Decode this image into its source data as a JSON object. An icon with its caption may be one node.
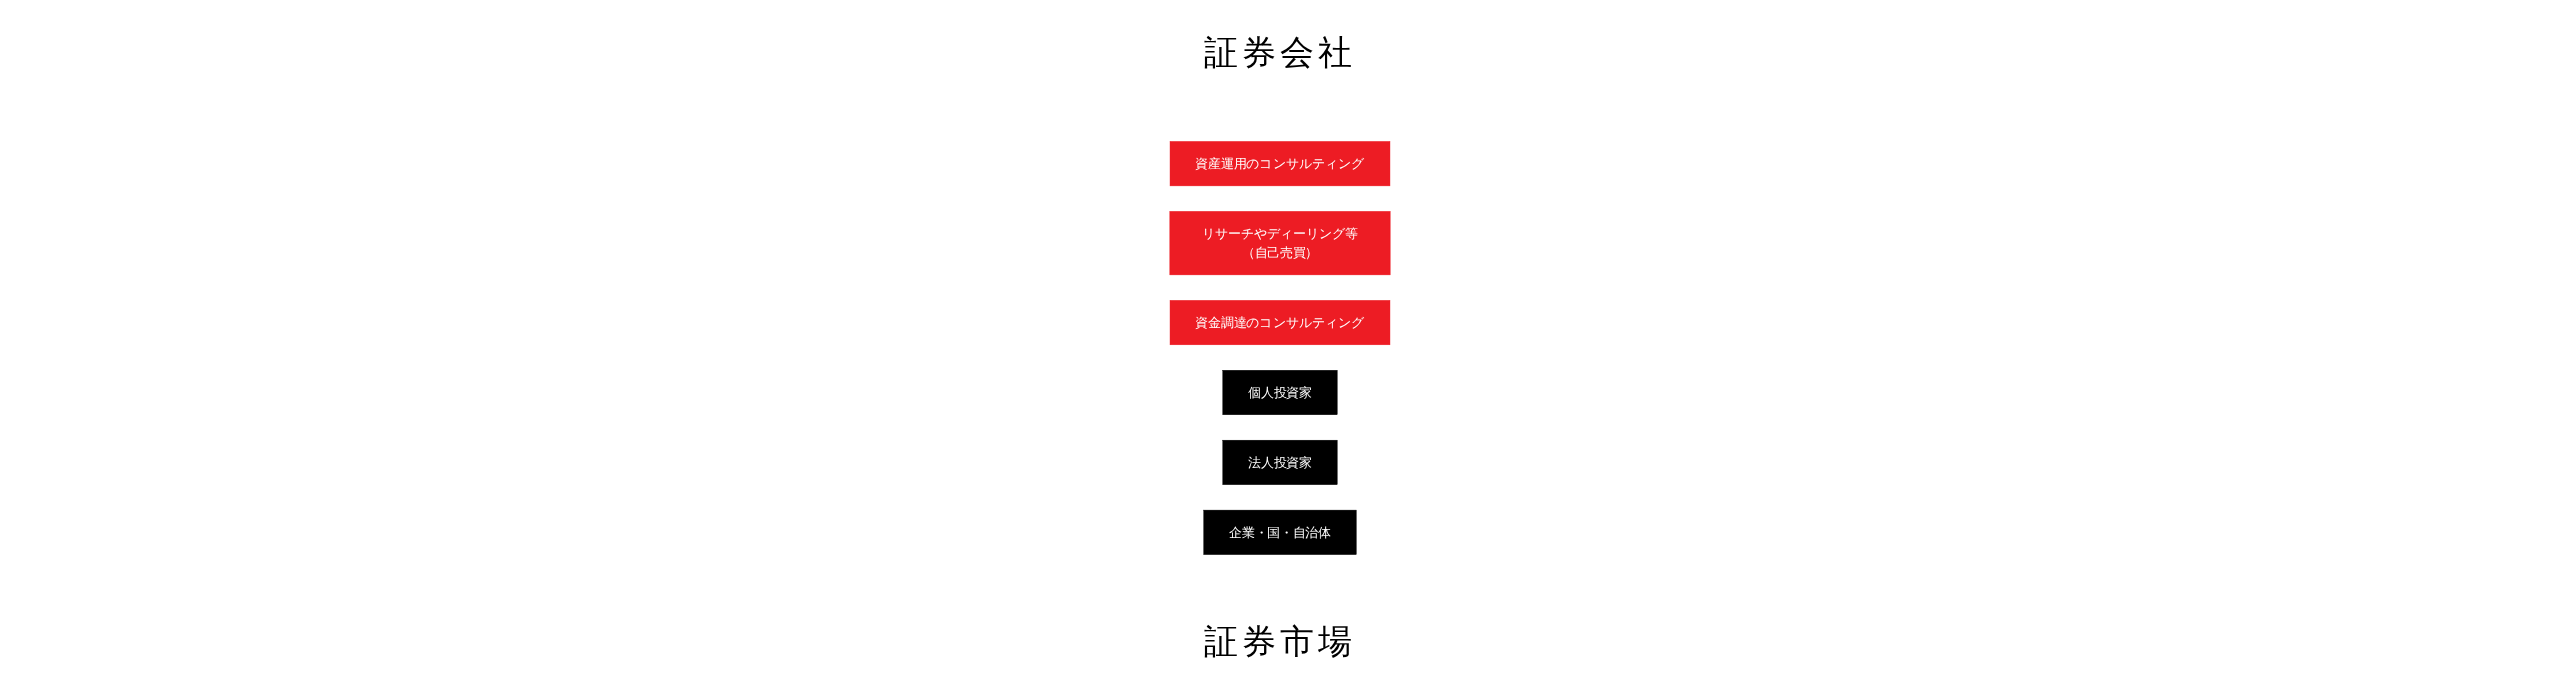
{
  "diagram": {
    "nodes": [
      {
        "text": [
          "資産運用のコンサルティング"
        ]
      },
      {
        "text": [
          "リサーチやディーリング等（自己売買）"
        ]
      },
      {
        "text": [
          "資金調達のコンサルティング"
        ]
      },
      {
        "text": [
          "個人投資家"
        ]
      },
      {
        "text": [
          "法人投資家"
        ]
      },
      {
        "text": [
          "企業・国・自治体"
        ]
      }
    ],
    "edges": [],
    "labels": [
      "証券会社",
      "証券市場"
    ]
  }
}
